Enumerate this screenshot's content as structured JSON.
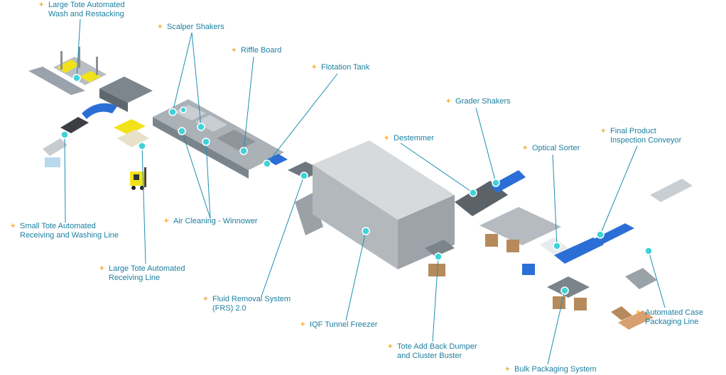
{
  "colors": {
    "accent": "#f5a623",
    "label_text": "#1b7fa0",
    "leader_line": "#1d8eb0",
    "hotspot": "#3fd3d8",
    "conveyor_blue": "#2b6fd6",
    "machine_yellow": "#f2e21a"
  },
  "labels": {
    "large_tote_wash": [
      "Large Tote Automated",
      "Wash and Restacking"
    ],
    "scalper_shakers": [
      "Scalper Shakers"
    ],
    "riffle_board": [
      "Riffle Board"
    ],
    "flotation_tank": [
      "Flotation Tank"
    ],
    "grader_shakers": [
      "Grader Shakers"
    ],
    "destemmer": [
      "Destemmer"
    ],
    "optical_sorter": [
      "Optical Sorter"
    ],
    "final_inspection": [
      "Final Product",
      "Inspection Conveyor"
    ],
    "small_tote": [
      "Small Tote Automated",
      "Receiving and Washing Line"
    ],
    "air_cleaning": [
      "Air Cleaning - Winnower"
    ],
    "large_tote_receiving": [
      "Large Tote Automated",
      "Receiving Line"
    ],
    "frs": [
      "Fluid Removal System",
      "(FRS) 2.0"
    ],
    "iqf_freezer": [
      "IQF Tunnel Freezer"
    ],
    "tote_add_back": [
      "Tote Add Back Dumper",
      "and Cluster Buster"
    ],
    "bulk_packaging": [
      "Bulk Packaging System"
    ],
    "case_packaging": [
      "Automated Case",
      "Packaging Line"
    ]
  }
}
